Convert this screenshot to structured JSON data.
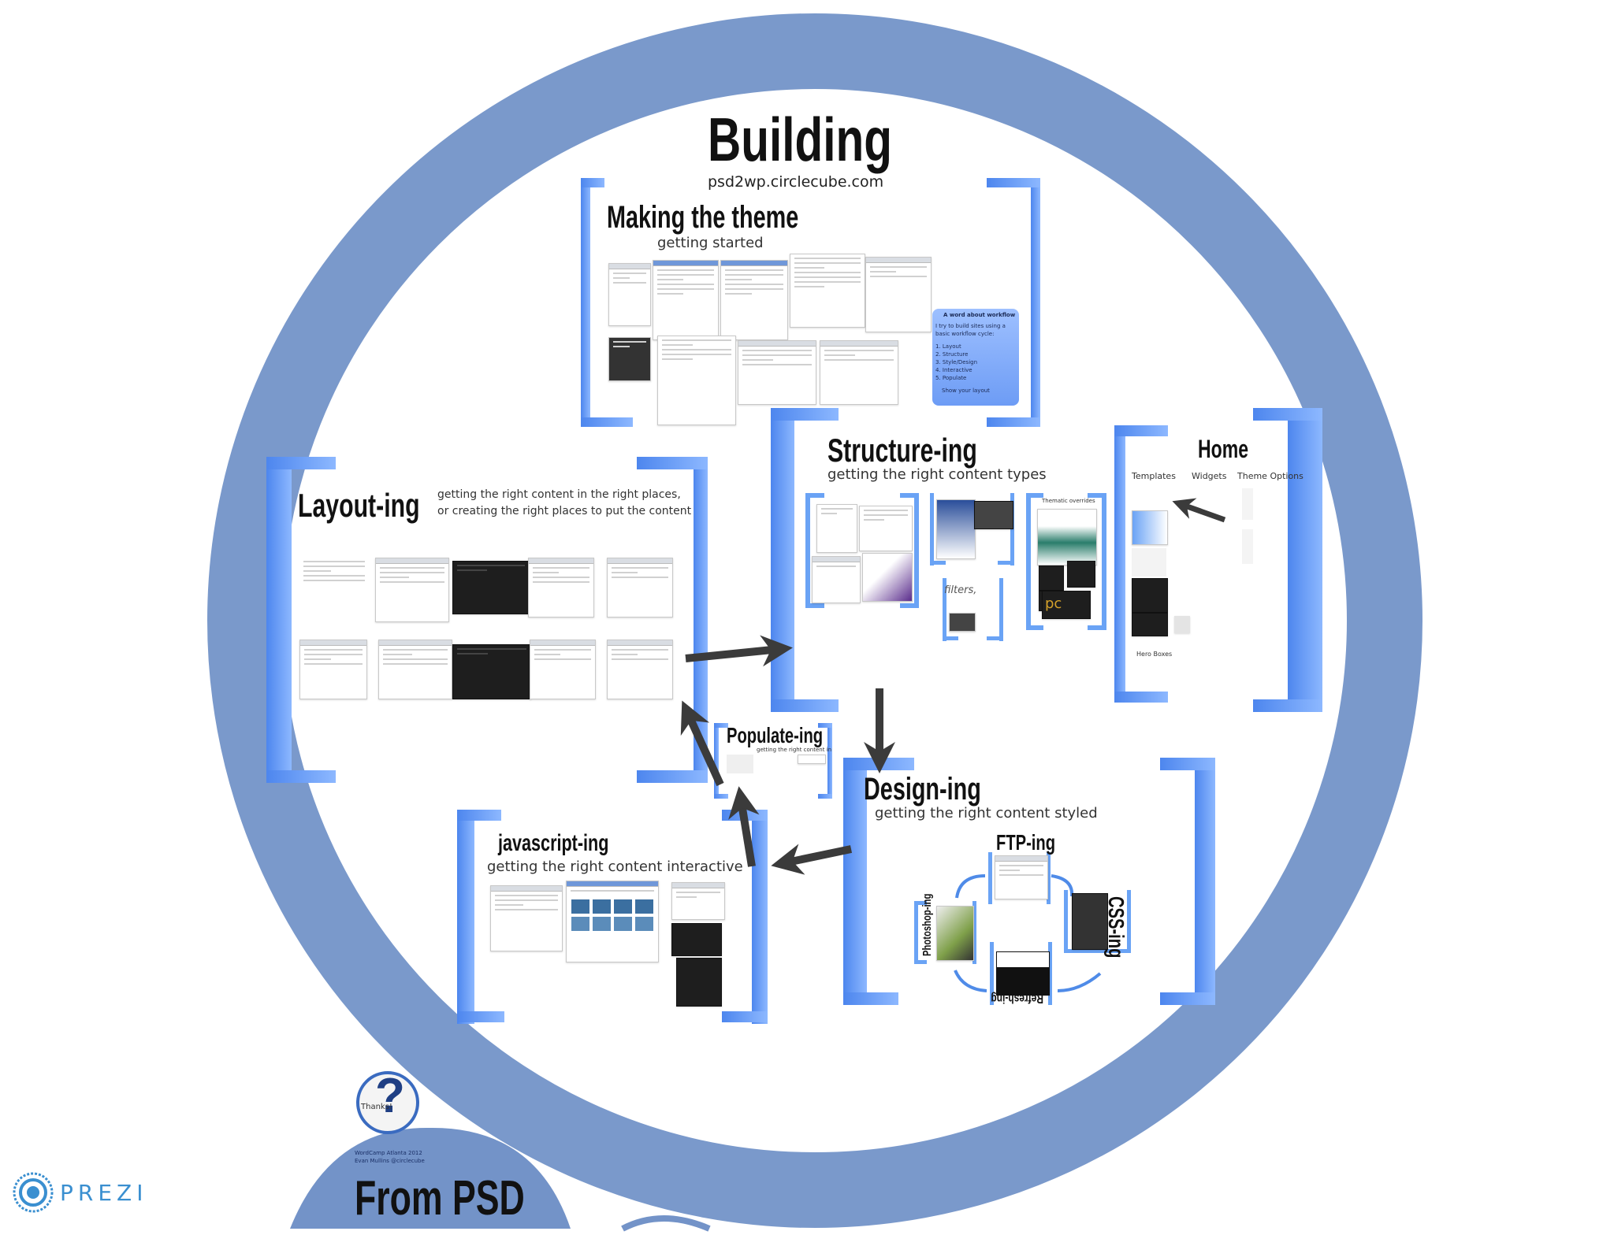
{
  "colors": {
    "ring": "#6f8fc6",
    "bracket": "#6aa3f5",
    "bracket_dark": "#3f7ce6",
    "arrow": "#3b3b3b",
    "prezi": "#3a8fd0"
  },
  "center": {
    "title": "Building",
    "url": "psd2wp.circlecube.com"
  },
  "making": {
    "title": "Making the theme",
    "sub": "getting started"
  },
  "note": {
    "heading": "A word about workflow",
    "lines": [
      "I try to build sites using a",
      "basic workflow cycle:",
      "1. Layout",
      "2. Structure",
      "3. Style/Design",
      "4. Interactive",
      "5. Populate"
    ],
    "footer": "Show your layout"
  },
  "layout": {
    "title": "Layout-ing",
    "sub1": "getting the right content in the right places,",
    "sub2": "or creating the right places to put the content"
  },
  "structure": {
    "title": "Structure-ing",
    "sub": "getting the right content types",
    "cap_themes": "Thematic overrides",
    "cap_filters": "filters,",
    "cap_letters": "pc"
  },
  "home": {
    "title": "Home",
    "cols": [
      "Templates",
      "Widgets",
      "Theme Options"
    ],
    "caption": "Hero Boxes"
  },
  "populate": {
    "title": "Populate-ing",
    "sub": "getting the right content in"
  },
  "design": {
    "title": "Design-ing",
    "sub": "getting the right content styled",
    "ftp": "FTP-ing",
    "css": "CSS-ing",
    "photoshop": "Photoshop-ing",
    "refresh": "Refresh-ing"
  },
  "javascript": {
    "title": "javascript-ing",
    "sub": "getting the right content interactive"
  },
  "bottom": {
    "thanks": "Thanks!",
    "question_mark": "?",
    "event": "WordCamp Atlanta 2012",
    "author": "Evan Mullins @circlecube",
    "title": "From PSD"
  },
  "brand": {
    "logo": "Prezi",
    "name": "PREZI",
    "icon": "prezi-logo-icon"
  }
}
